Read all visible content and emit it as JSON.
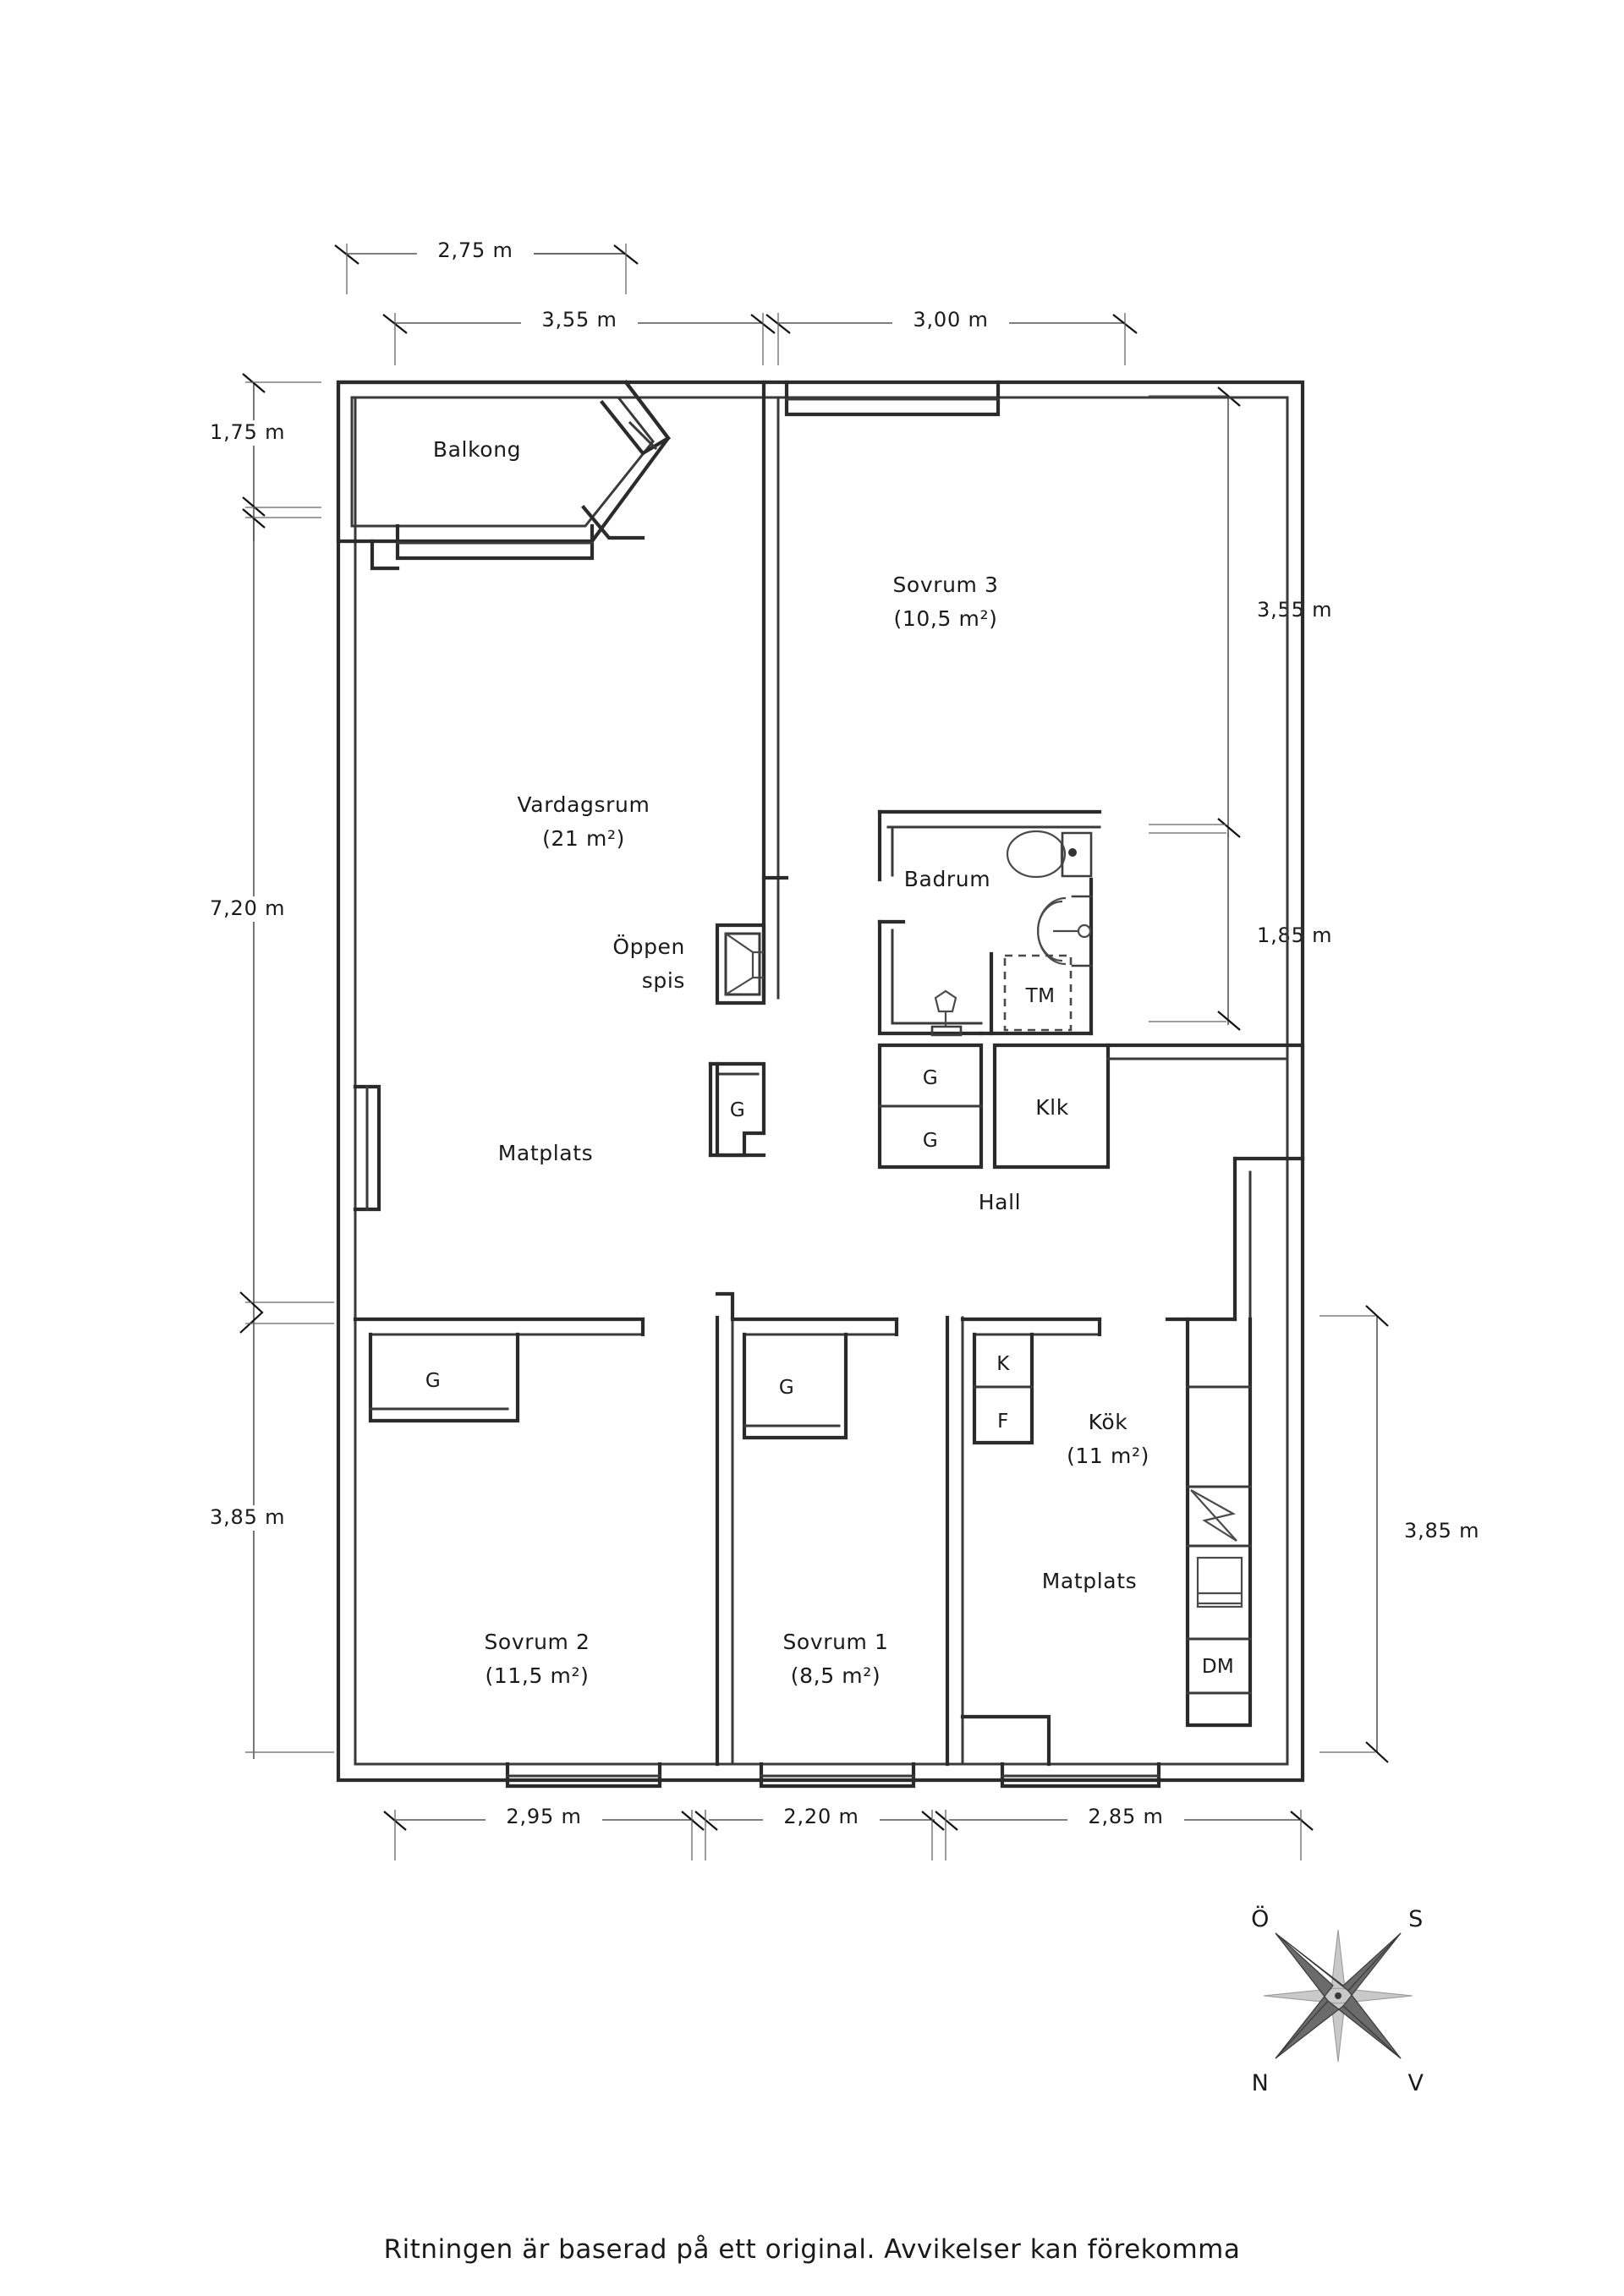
{
  "document": {
    "type": "floor-plan",
    "language": "sv",
    "caption": "Ritningen är baserad på ett original. Avvikelser kan förekomma"
  },
  "rooms": [
    {
      "id": "balkong",
      "name": "Balkong",
      "area": ""
    },
    {
      "id": "vardagsrum",
      "name": "Vardagsrum",
      "area": "(21 m²)"
    },
    {
      "id": "sovrum3",
      "name": "Sovrum 3",
      "area": "(10,5 m²)"
    },
    {
      "id": "sovrum2",
      "name": "Sovrum 2",
      "area": "(11,5 m²)"
    },
    {
      "id": "sovrum1",
      "name": "Sovrum 1",
      "area": "(8,5 m²)"
    },
    {
      "id": "kok",
      "name": "Kök",
      "area": "(11 m²)"
    },
    {
      "id": "badrum",
      "name": "Badrum",
      "area": ""
    },
    {
      "id": "hall",
      "name": "Hall",
      "area": ""
    },
    {
      "id": "matplats_1",
      "name": "Matplats",
      "area": ""
    },
    {
      "id": "matplats_2",
      "name": "Matplats",
      "area": ""
    },
    {
      "id": "klk",
      "name": "Klk",
      "area": ""
    },
    {
      "id": "oppen_spis",
      "name_line1": "Öppen",
      "name_line2": "spis",
      "area": ""
    }
  ],
  "labels": {
    "balkong": "Balkong",
    "vardagsrum": "Vardagsrum",
    "vardagsrum_area": "(21 m²)",
    "sovrum3": "Sovrum 3",
    "sovrum3_area": "(10,5 m²)",
    "sovrum2": "Sovrum 2",
    "sovrum2_area": "(11,5 m²)",
    "sovrum1": "Sovrum 1",
    "sovrum1_area": "(8,5 m²)",
    "kok": "Kök",
    "kok_area": "(11 m²)",
    "badrum": "Badrum",
    "hall": "Hall",
    "matplats_upper": "Matplats",
    "matplats_lower": "Matplats",
    "klk": "Klk",
    "oppen_spis_line1": "Öppen",
    "oppen_spis_line2": "spis",
    "closet_vardagsrum": "G",
    "closet_bath_upper": "G",
    "closet_bath_lower": "G",
    "closet_sovrum2": "G",
    "closet_sovrum1": "G",
    "tumbler": "TM",
    "dishwasher": "DM",
    "stove": "K",
    "fridge": "F"
  },
  "dimensions": {
    "top": [
      {
        "id": "top-1",
        "value": "2,75 m"
      },
      {
        "id": "top-2",
        "value": "3,55 m"
      },
      {
        "id": "top-3",
        "value": "3,00 m"
      }
    ],
    "left": [
      {
        "id": "left-1",
        "value": "1,75 m"
      },
      {
        "id": "left-2",
        "value": "7,20 m"
      },
      {
        "id": "left-3",
        "value": "3,85 m"
      }
    ],
    "right": [
      {
        "id": "right-1",
        "value": "3,55 m"
      },
      {
        "id": "right-2",
        "value": "1,85 m"
      },
      {
        "id": "right-3",
        "value": "3,85 m"
      }
    ],
    "bottom": [
      {
        "id": "bottom-1",
        "value": "2,95 m"
      },
      {
        "id": "bottom-2",
        "value": "2,20 m"
      },
      {
        "id": "bottom-3",
        "value": "2,85 m"
      }
    ]
  },
  "compass": {
    "north_label": "N",
    "south_label": "S",
    "east_label": "Ö",
    "west_label": "V",
    "top_left": "Ö",
    "top_right": "S",
    "bottom_left": "N",
    "bottom_right": "V"
  },
  "colors": {
    "wall": "#2b2b2b",
    "fixture": "#4a4a4a",
    "dimension": "#555555",
    "background": "#ffffff",
    "text": "#1a1a1a"
  }
}
